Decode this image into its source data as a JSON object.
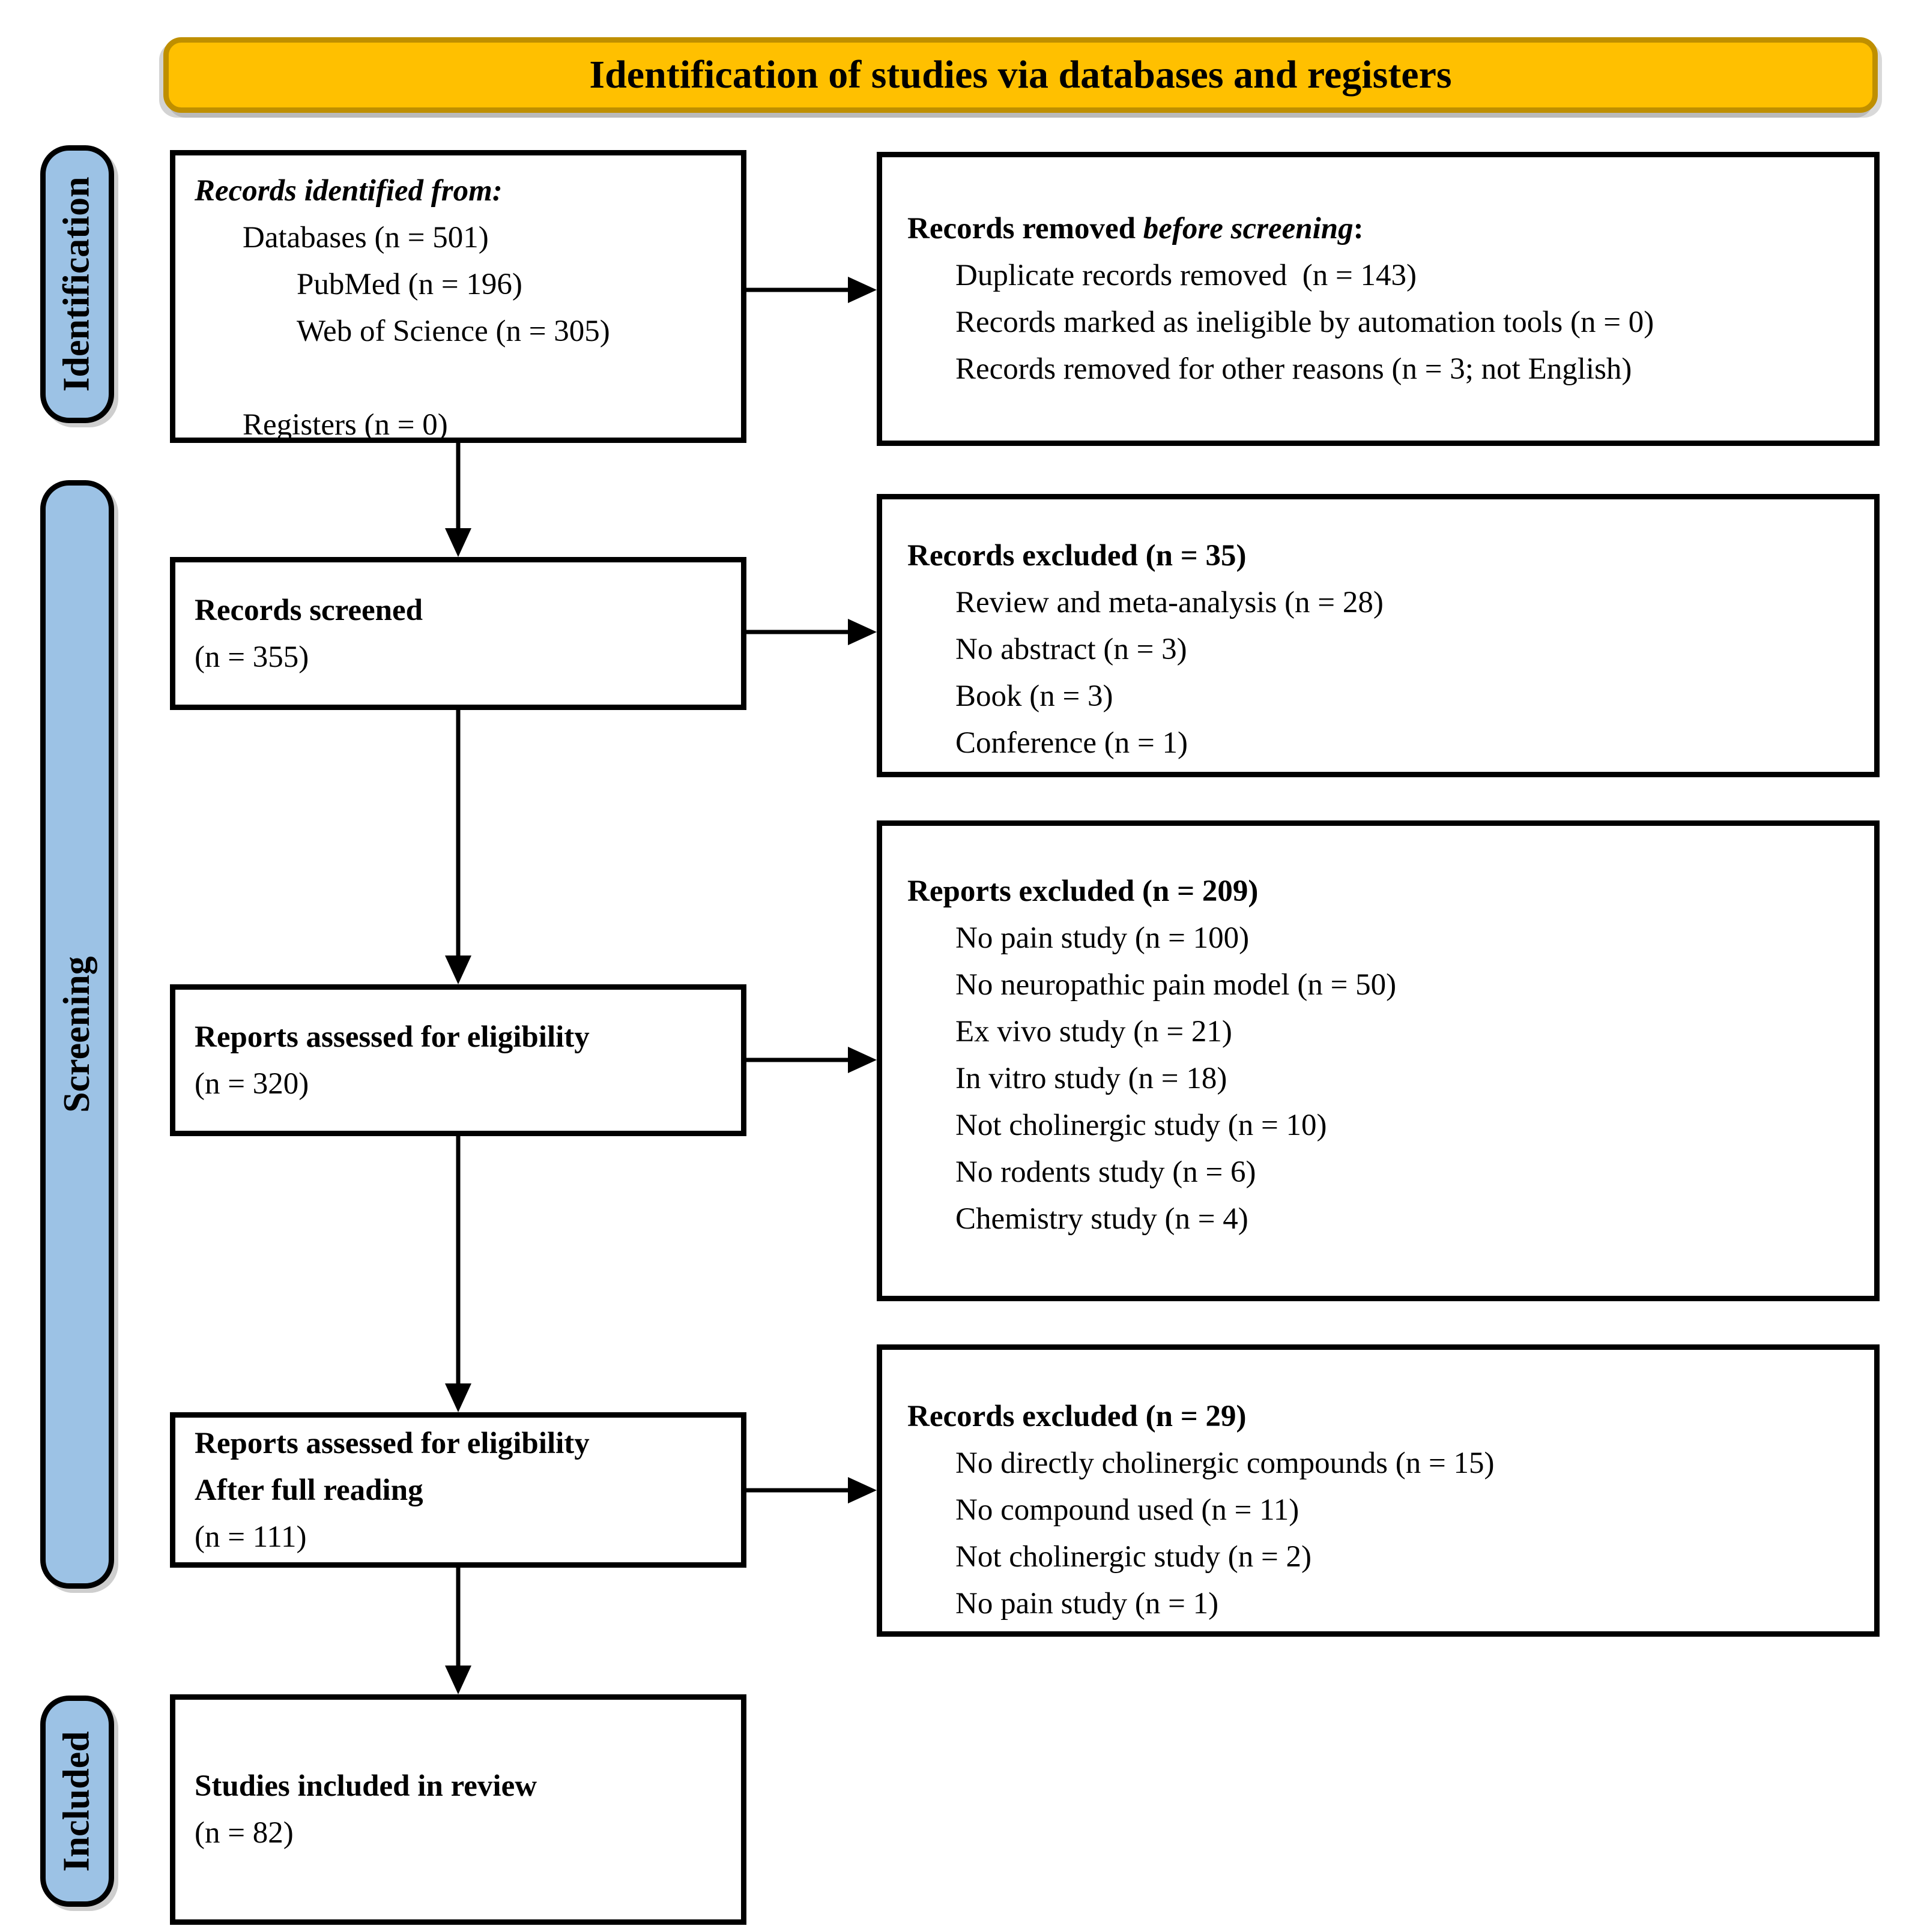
{
  "title_banner": {
    "label": "Identification of studies via databases and registers"
  },
  "side_labels": {
    "identification": "Identification",
    "screening": "Screening",
    "included": "Included"
  },
  "colors": {
    "banner_fill": "#FFC000",
    "banner_border": "#BF8F00",
    "stage_fill": "#9CC2E5",
    "box_border": "#000000",
    "arrow": "#000000"
  },
  "boxes": {
    "records_identified": {
      "heading": "Records identified from:",
      "lines": [
        "Databases (n = 501)",
        "PubMed (n = 196)",
        "Web of Science (n = 305)",
        "Registers (n = 0)"
      ]
    },
    "records_removed": {
      "heading_prefix": "Records removed ",
      "heading_italic": "before screening",
      "heading_suffix": ":",
      "lines": [
        "Duplicate records removed  (n = 143)",
        "Records marked as ineligible by automation tools (n = 0)",
        "Records removed for other reasons (n = 3; not English)"
      ]
    },
    "records_screened": {
      "heading": "Records screened",
      "count": "(n = 355)"
    },
    "records_excluded_screening": {
      "heading": "Records excluded (n = 35)",
      "lines": [
        "Review and meta-analysis (n = 28)",
        "No abstract (n = 3)",
        "Book (n = 3)",
        "Conference (n = 1)"
      ]
    },
    "reports_assessed": {
      "heading": "Reports assessed for eligibility",
      "count": "(n = 320)"
    },
    "reports_excluded": {
      "heading": "Reports excluded (n = 209)",
      "lines": [
        "No pain study (n = 100)",
        "No neuropathic pain model (n = 50)",
        "Ex vivo study (n = 21)",
        "In vitro study (n = 18)",
        "Not cholinergic study (n = 10)",
        "No rodents study (n = 6)",
        "Chemistry study (n = 4)"
      ]
    },
    "reports_assessed_full": {
      "heading": "Reports assessed for eligibility",
      "heading2": "After full reading",
      "count": "(n = 111)"
    },
    "records_excluded_full": {
      "heading": "Records excluded (n = 29)",
      "lines": [
        "No directly cholinergic compounds (n = 15)",
        "No compound used (n = 11)",
        "Not cholinergic study (n = 2)",
        "No pain study (n = 1)"
      ]
    },
    "studies_included": {
      "heading": "Studies included in review",
      "count": "(n = 82)"
    }
  }
}
